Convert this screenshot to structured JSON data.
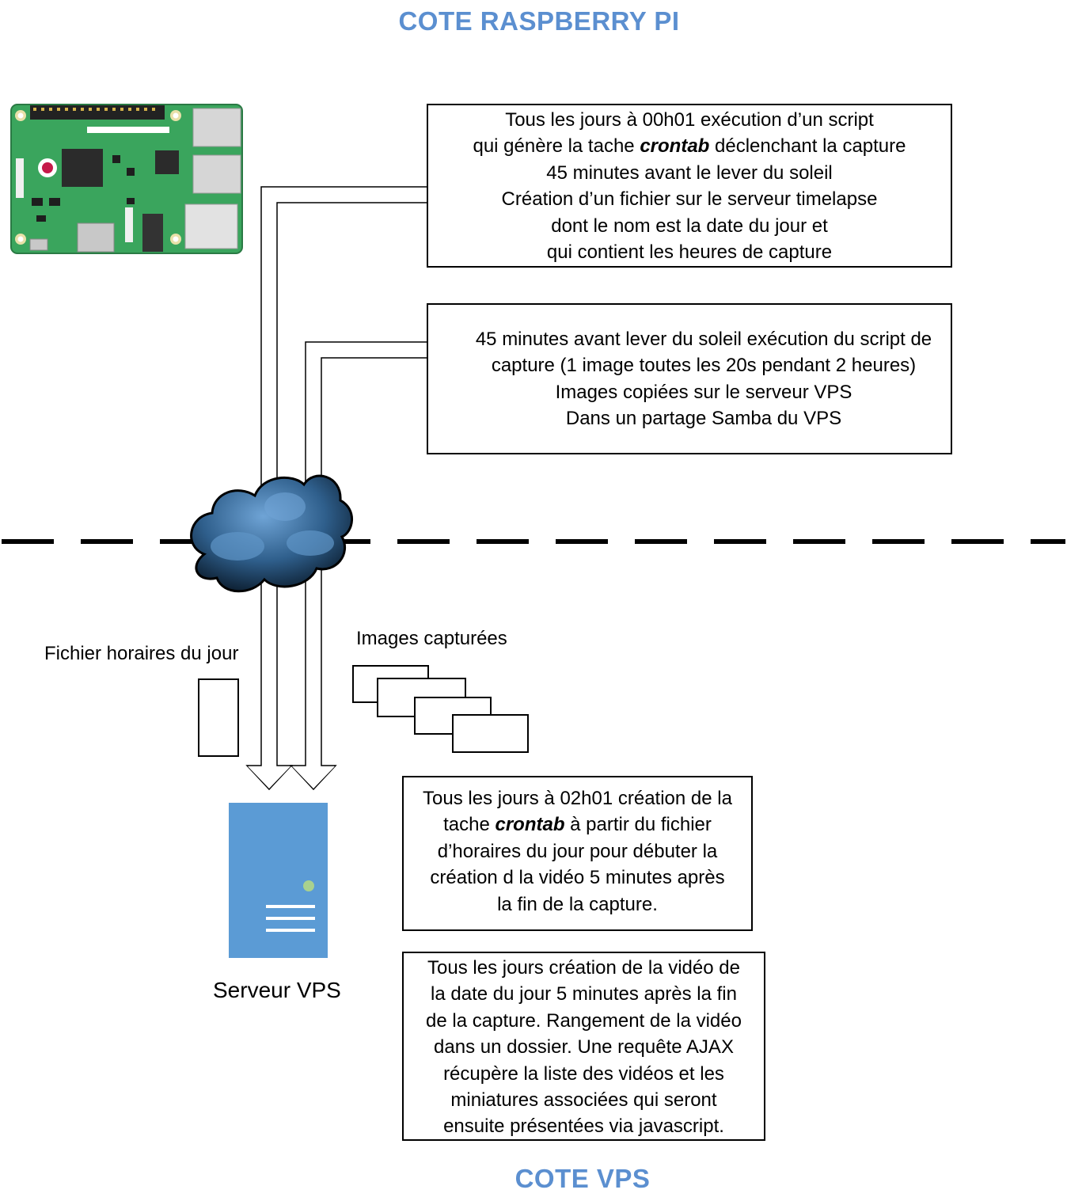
{
  "titles": {
    "top": "COTE RASPBERRY PI",
    "bottom": "COTE VPS"
  },
  "boxes": {
    "box1": {
      "lines": [
        "Tous les jours à  00h01  exécution d’un script",
        [
          "qui génère la tache ",
          "crontab",
          " déclenchant la capture"
        ],
        "45 minutes avant le lever du soleil",
        "Création d’un fichier sur le serveur timelapse",
        "dont le nom est la date du jour et",
        "qui contient les heures de capture"
      ]
    },
    "box2": {
      "lines": [
        "45 minutes avant lever du soleil exécution du script de",
        "capture (1 image toutes les 20s pendant 2 heures)",
        "Images copiées sur le serveur VPS",
        "Dans un partage Samba du VPS"
      ]
    },
    "box3": {
      "lines": [
        "Tous les jours à 02h01 création de la",
        [
          "tache ",
          "crontab",
          " à partir du fichier"
        ],
        "d’horaires du jour pour débuter la",
        "création d la vidéo 5 minutes après",
        "la fin de la capture."
      ]
    },
    "box4": {
      "lines": [
        "Tous les jours création de la vidéo de",
        "la date du jour 5 minutes après la fin",
        "de la capture. Rangement de la vidéo",
        "dans un dossier. Une requête AJAX",
        "récupère la liste des vidéos et les",
        "miniatures associées qui seront",
        "ensuite présentées via javascript."
      ]
    }
  },
  "labels": {
    "fichier": "Fichier horaires du jour",
    "images": "Images capturées",
    "server": "Serveur VPS"
  },
  "colors": {
    "heading": "#5b8fd0",
    "server": "#5b9bd5",
    "board": "#3aa55d",
    "cloud": "#3d6f9e"
  },
  "icons": [
    "raspberry-pi-board-icon",
    "cloud-icon",
    "server-icon",
    "file-icon",
    "image-stack-icon"
  ]
}
